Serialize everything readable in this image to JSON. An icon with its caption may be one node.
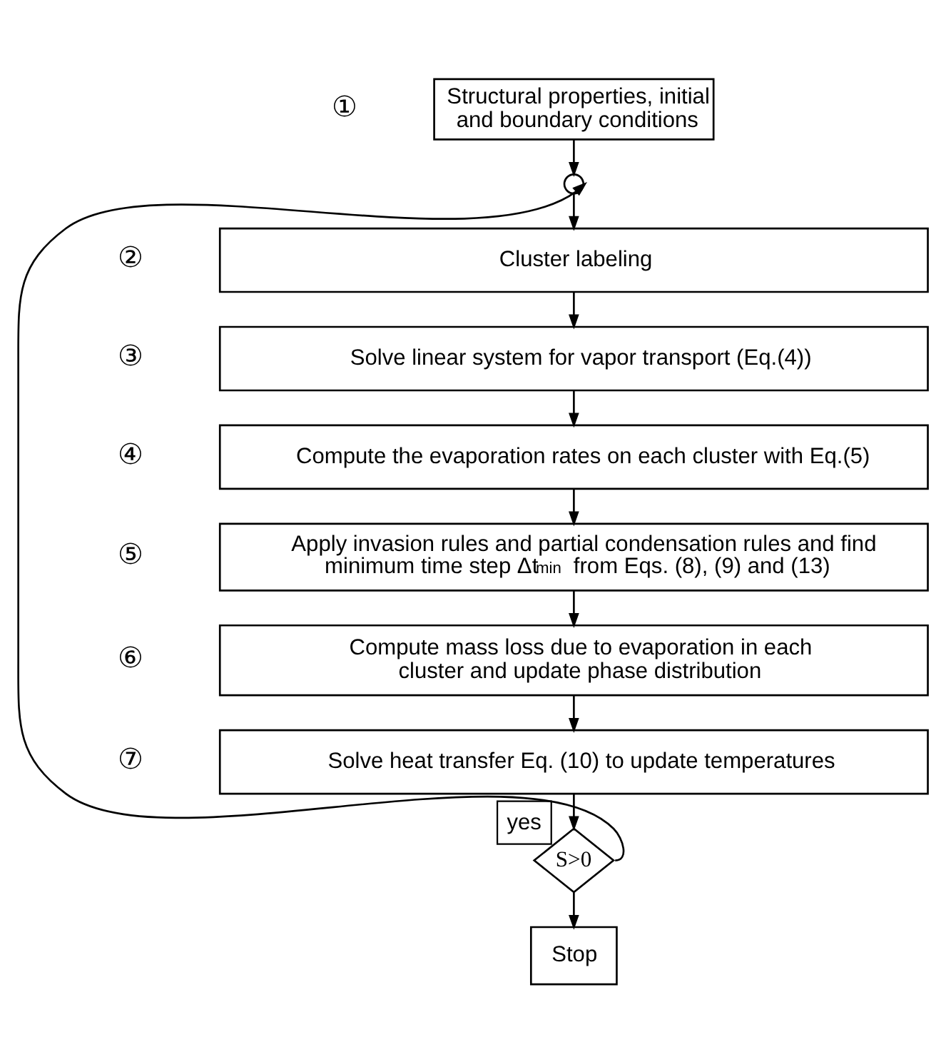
{
  "diagram": {
    "nodes": [
      {
        "text": [
          "Structural properties, initial and boundary conditions"
        ]
      },
      {
        "text": [],
        "shape": "circle"
      },
      {
        "text": [
          "Cluster labeling"
        ]
      },
      {
        "text": [
          "Solve linear system for vapor transport (Eq.(4))"
        ]
      },
      {
        "text": [
          "Compute the evaporation rates on each cluster with Eq.(5)"
        ]
      },
      {
        "text": [
          "Apply invasion rules and partial condensation rules and find minimum time step Δt$_{min}$ from Eqs. (8), (9) and (13)"
        ]
      },
      {
        "text": [
          "Compute mass loss due to evaporation in each cluster and update phase distribution"
        ]
      },
      {
        "text": [
          "Solve heat transfer Eq. (10) to update temperatures"
        ]
      },
      {
        "text": [
          "S>0"
        ]
      },
      {
        "text": [
          "Stop"
        ]
      }
    ],
    "edges": [
      {
        "from": 0,
        "to": 1,
        "arrow": "to"
      },
      {
        "from": 1,
        "to": 2,
        "arrow": "to"
      },
      {
        "from": 2,
        "to": 3,
        "arrow": "to"
      },
      {
        "from": 3,
        "to": 4,
        "arrow": "to"
      },
      {
        "from": 4,
        "to": 5,
        "arrow": "to"
      },
      {
        "from": 5,
        "to": 6,
        "arrow": "to"
      },
      {
        "from": 6,
        "to": 7,
        "arrow": "to"
      },
      {
        "from": 7,
        "to": 8,
        "arrow": "to"
      },
      {
        "from": 8,
        "to": 1,
        "arrow": "to",
        "label": "yes"
      },
      {
        "from": 8,
        "to": 9,
        "arrow": "to"
      }
    ],
    "labels": [
      "①",
      "②",
      "③",
      "④",
      "⑤",
      "⑥",
      "⑦"
    ]
  }
}
